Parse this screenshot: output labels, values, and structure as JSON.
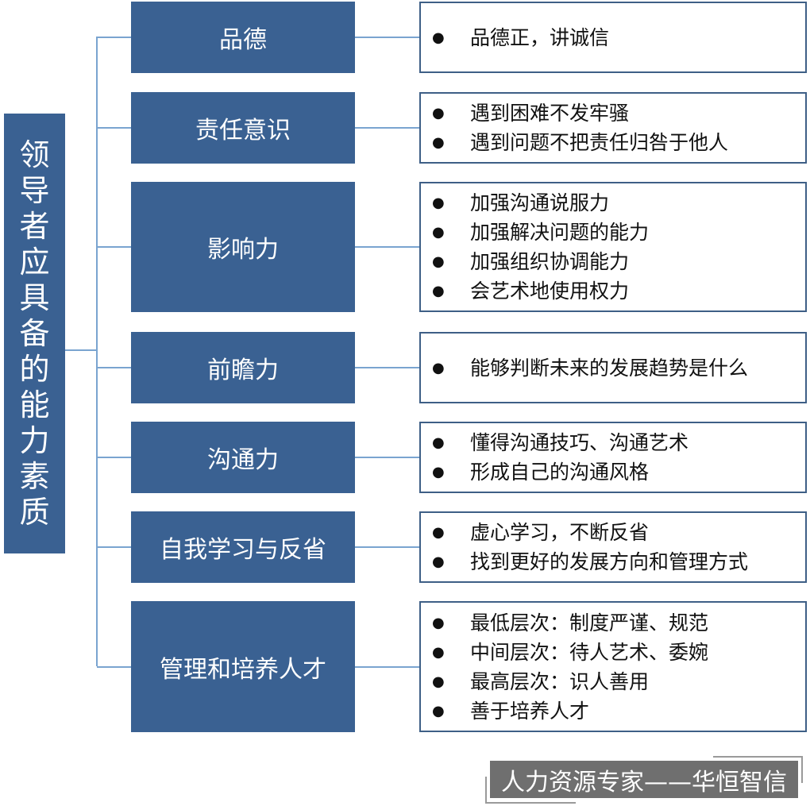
{
  "root": "领导者应具备的能力素质",
  "rows": [
    {
      "category": "品德",
      "items": [
        "品德正，讲诚信"
      ]
    },
    {
      "category": "责任意识",
      "items": [
        "遇到困难不发牢骚",
        "遇到问题不把责任归咎于他人"
      ]
    },
    {
      "category": "影响力",
      "items": [
        "加强沟通说服力",
        "加强解决问题的能力",
        "加强组织协调能力",
        "会艺术地使用权力"
      ]
    },
    {
      "category": "前瞻力",
      "items": [
        "能够判断未来的发展趋势是什么"
      ]
    },
    {
      "category": "沟通力",
      "items": [
        "懂得沟通技巧、沟通艺术",
        "形成自己的沟通风格"
      ]
    },
    {
      "category": "自我学习与反省",
      "items": [
        "虚心学习，不断反省",
        "找到更好的发展方向和管理方式"
      ]
    },
    {
      "category": "管理和培养人才",
      "items": [
        "最低层次：制度严谨、规范",
        "中间层次：待人艺术、委婉",
        "最高层次：识人善用",
        "善于培养人才"
      ]
    }
  ],
  "watermark": "人力资源专家——华恒智信"
}
